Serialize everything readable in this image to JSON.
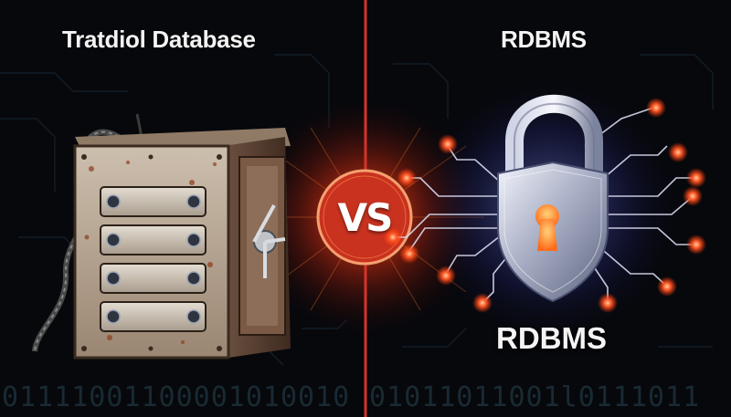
{
  "left_title": "Tratdiol Database",
  "right_title": "RDBMS",
  "right_caption": "RDBMS",
  "vs_label": "VS",
  "binary_left": "01111001100001010010",
  "binary_right": "01011011001l0111011",
  "colors": {
    "background": "#07080c",
    "divider": "#d2352a",
    "vs_badge": "#c8321f",
    "node_glow": "#ff5a2a",
    "lock_glow": "#5a6bff"
  },
  "icons": {
    "left_visual": "rusty-safe-icon",
    "right_visual": "padlock-icon"
  }
}
